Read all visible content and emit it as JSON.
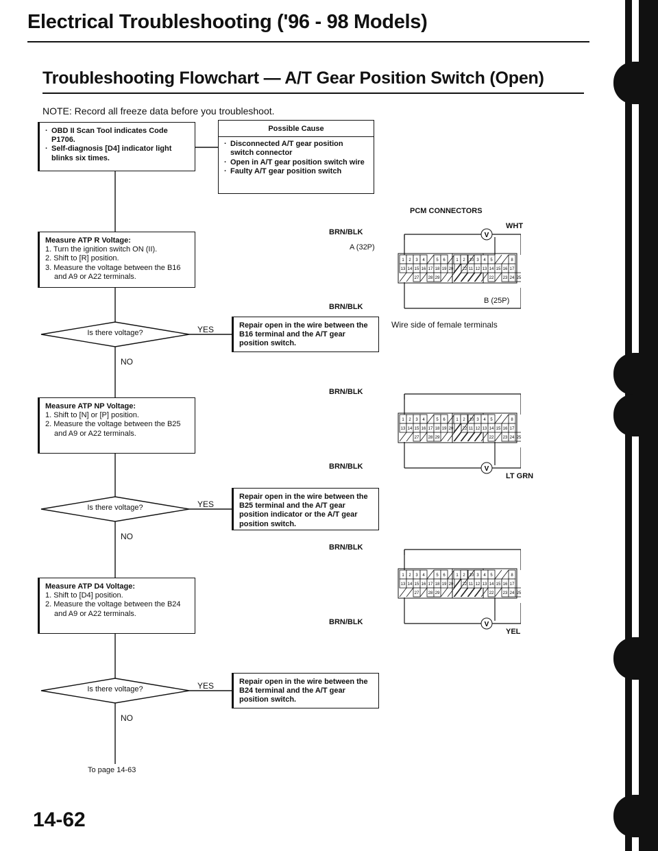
{
  "header": {
    "title": "Electrical Troubleshooting ('96 - 98 Models)",
    "subtitle": "Troubleshooting Flowchart — A/T Gear Position Switch (Open)",
    "note": "NOTE:  Record all freeze data before you troubleshoot."
  },
  "start_box": {
    "lines": [
      "OBD II Scan Tool indicates Code P1706.",
      "Self-diagnosis [D4] indicator light blinks six times."
    ]
  },
  "possible_cause": {
    "title": "Possible Cause",
    "items": [
      "Disconnected A/T gear position switch connector",
      "Open in A/T gear position switch wire",
      "Faulty A/T gear position switch"
    ]
  },
  "steps": [
    {
      "title": "Measure ATP R Voltage:",
      "lines": [
        "1. Turn the ignition switch ON (II).",
        "2. Shift to [R] position.",
        "3. Measure the voltage between the B16 and A9 or A22 terminals."
      ],
      "question": "Is there voltage?",
      "yes_action": "Repair open in the wire between the B16 terminal and the A/T gear position switch."
    },
    {
      "title": "Measure ATP NP Voltage:",
      "lines": [
        "1. Shift to [N] or [P] position.",
        "2. Measure the voltage between the B25 and A9 or A22 terminals."
      ],
      "question": "Is there voltage?",
      "yes_action": "Repair open in the wire between the B25 terminal and the A/T gear position indicator or the A/T gear position switch."
    },
    {
      "title": "Measure ATP D4 Voltage:",
      "lines": [
        "1. Shift to [D4] position.",
        "2. Measure the voltage between the B24 and A9 or A22 terminals."
      ],
      "question": "Is there voltage?",
      "yes_action": "Repair open in the wire between the B24 terminal and the A/T gear position switch."
    }
  ],
  "labels": {
    "yes": "YES",
    "no": "NO"
  },
  "footer": {
    "to_page": "To page 14-63",
    "page_number": "14-62"
  },
  "connectors": {
    "heading": "PCM CONNECTORS",
    "label_a": "A (32P)",
    "label_b": "B (25P)",
    "caption": "Wire side of female terminals",
    "diagrams": [
      {
        "top_wire": "BRN/BLK",
        "bottom_wire": "BRN/BLK",
        "signal_wire": "WHT",
        "signal_pos": "top"
      },
      {
        "top_wire": "BRN/BLK",
        "bottom_wire": "BRN/BLK",
        "signal_wire": "LT GRN",
        "signal_pos": "bottom"
      },
      {
        "top_wire": "BRN/BLK",
        "bottom_wire": "BRN/BLK",
        "signal_wire": "YEL",
        "signal_pos": "bottom"
      }
    ],
    "meter_symbol": "V",
    "a_rows": [
      [
        "1",
        "2",
        "3",
        "4",
        "",
        "5",
        "6",
        "",
        "",
        "9",
        "10",
        "11"
      ],
      [
        "13",
        "14",
        "15",
        "16",
        "17",
        "18",
        "19",
        "20",
        "",
        "22",
        "23",
        "24"
      ],
      [
        "",
        "",
        "27",
        "",
        "28",
        "29",
        "",
        "",
        "",
        "",
        "",
        ""
      ]
    ],
    "b_rows": [
      [
        "1",
        "2",
        "",
        "3",
        "4",
        "5",
        "",
        "",
        "8"
      ],
      [
        "",
        "",
        "11",
        "12",
        "13",
        "14",
        "15",
        "16",
        "17"
      ],
      [
        "",
        "",
        "",
        "",
        "",
        "22",
        "",
        "23",
        "24",
        "25"
      ]
    ]
  },
  "colors": {
    "ink": "#111111",
    "paper": "#ffffff"
  }
}
